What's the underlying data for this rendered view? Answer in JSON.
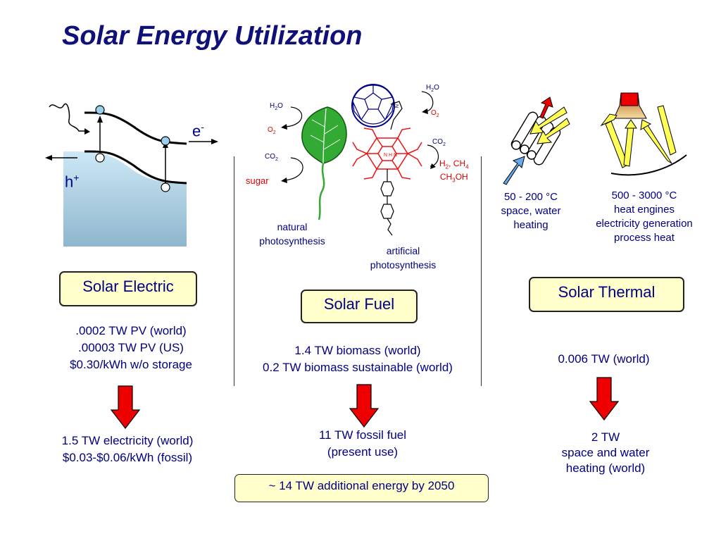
{
  "title": "Solar Energy Utilization",
  "electric": {
    "band_labels": {
      "electron": "e",
      "electron_sup": "-",
      "hole": "h",
      "hole_sup": "+"
    },
    "box_label": "Solar Electric",
    "stats": [
      ".0002 TW PV (world)",
      ".00003 TW PV (US)",
      "$0.30/kWh w/o storage"
    ],
    "compare": [
      "1.5 TW electricity (world)",
      "$0.03-$0.06/kWh (fossil)"
    ]
  },
  "fuel": {
    "natural": {
      "h2o": "H",
      "h2o_sub": "2",
      "h2o_o": "O",
      "o2": "O",
      "o2_sub": "2",
      "co2": "CO",
      "co2_sub": "2",
      "sugar": "sugar",
      "caption": [
        "natural",
        "photosynthesis"
      ]
    },
    "artificial": {
      "h2o": "H",
      "h2o_sub": "2",
      "h2o_o": "O",
      "o2": "O",
      "o2_sub": "2",
      "co2": "CO",
      "co2_sub": "2",
      "products_line1_a": "H",
      "products_line1_a_sub": "2",
      "products_line1_b": ", CH",
      "products_line1_b_sub": "4",
      "products_line2_a": "CH",
      "products_line2_a_sub": "3",
      "products_line2_b": "OH",
      "caption": [
        "artificial",
        "photosynthesis"
      ]
    },
    "box_label": "Solar Fuel",
    "stats": [
      "1.4 TW biomass (world)",
      "0.2 TW biomass sustainable (world)"
    ],
    "compare": [
      "11 TW fossil fuel",
      "(present use)"
    ]
  },
  "thermal": {
    "low": [
      "50 - 200 °C",
      "space, water",
      "heating"
    ],
    "high": [
      "500 - 3000 °C",
      "heat engines",
      "electricity generation",
      "process heat"
    ],
    "box_label": "Solar Thermal",
    "stats": [
      "0.006 TW (world)"
    ],
    "compare": [
      "2 TW",
      "space and water",
      "heating (world)"
    ]
  },
  "footer": "~ 14 TW additional energy by 2050",
  "colors": {
    "title": "#10107a",
    "text": "#000080",
    "box_fill": "#ffffcc",
    "arrow_red": "#ee0000",
    "leaf_green": "#33aa33",
    "molecule_red": "#ee1111",
    "semiconductor_blue": "#b8dcef"
  }
}
